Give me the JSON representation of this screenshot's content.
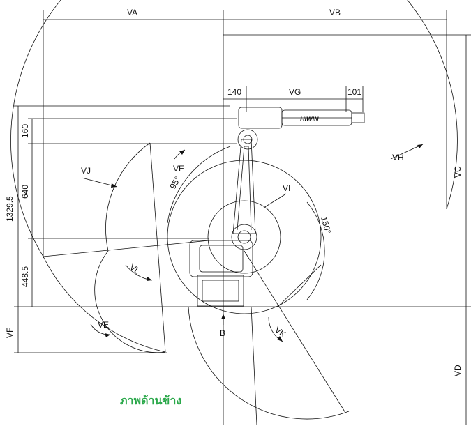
{
  "labels": {
    "va": "VA",
    "vb": "VB",
    "vc": "VC",
    "vd": "VD",
    "ve_upper": "VE",
    "ve_lower": "VE",
    "vf": "VF",
    "vg": "VG",
    "vh": "VH",
    "vi": "VI",
    "vj": "VJ",
    "vk": "VK",
    "vl": "VL",
    "b": "B",
    "dim_140": "140",
    "dim_101": "101",
    "dim_160": "160",
    "dim_640": "640",
    "dim_448": "448.5",
    "dim_1329": "1329.5",
    "angle_95": "95°",
    "angle_150": "150°",
    "logo": "HIWIN"
  },
  "caption": "ภาพด้านข้าง",
  "colors": {
    "line": "#111111",
    "caption": "#2aa84a"
  }
}
